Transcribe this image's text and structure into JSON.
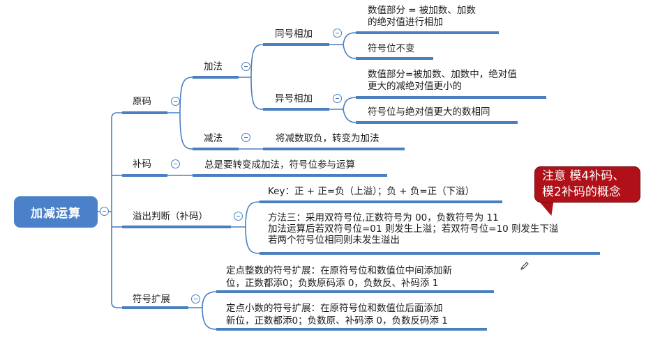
{
  "root": {
    "label": "加减运算"
  },
  "branches": {
    "yuanma": {
      "label": "原码",
      "add": {
        "label": "加法",
        "same_sign": {
          "label": "同号相加",
          "leaves": [
            "数值部分 = 被加数、加数\n的绝对值进行相加",
            "符号位不变"
          ]
        },
        "diff_sign": {
          "label": "异号相加",
          "leaves": [
            "数值部分=被加数、加数中，绝对值\n更大的减绝对值更小的",
            "符号位与绝对值更大的数相同"
          ]
        }
      },
      "sub": {
        "label": "减法",
        "leaf": "将减数取负，转变为加法"
      }
    },
    "buma": {
      "label": "补码",
      "leaf": "总是要转变成加法，符号位参与运算"
    },
    "overflow": {
      "label": "溢出判断（补码）",
      "leaves": [
        "Key：正 + 正=负（上溢）；负 + 负=正（下溢）",
        "方法三：采用双符号位,正数符号为 00，负数符号为 11\n加法运算后若双符号位=01 则发生上溢；若双符号位=10 则发生下溢\n若两个符号位相同则未发生溢出"
      ]
    },
    "sign_ext": {
      "label": "符号扩展",
      "leaves": [
        "定点整数的符号扩展：在原符号位和数值位中间添加新\n位，正数都添0；负数原码添 0，负数反、补码添 1",
        "定点小数的符号扩展：在原符号位和数值位后面添加\n新位，正数都添0；负数原、补码添 0，负数反码添 1"
      ]
    }
  },
  "callout": {
    "text": "注意 模4补码、\n模2补码的概念"
  },
  "colors": {
    "accent": "#4a81c9",
    "line": "#4a7fc0",
    "callout": "#b01018"
  },
  "icons": {
    "collapse": "minus-circle-icon",
    "edit": "pencil-icon"
  }
}
